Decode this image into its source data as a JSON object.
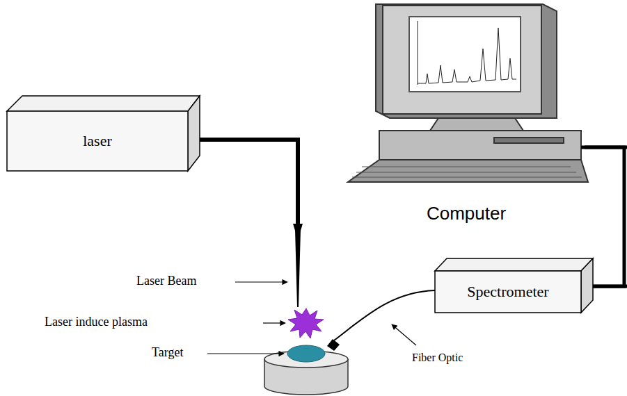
{
  "diagram": {
    "nodes": [
      {
        "text": [
          "laser"
        ]
      },
      {
        "text": [
          "Computer"
        ]
      },
      {
        "text": [
          "Spectrometer"
        ]
      }
    ],
    "edges": [
      {
        "from": 2,
        "to": 1,
        "arrow": "none"
      }
    ],
    "labels": [
      "Laser Beam",
      "Laser induce plasma",
      "Target",
      "Fiber Optic"
    ]
  }
}
